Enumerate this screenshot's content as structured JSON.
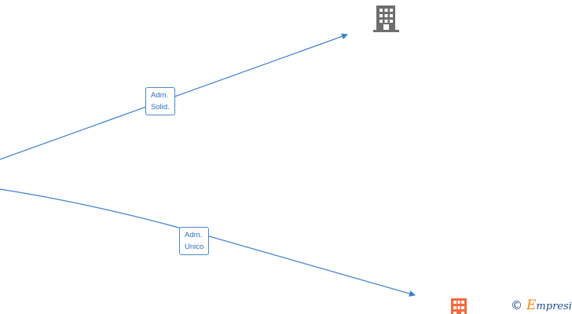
{
  "diagram": {
    "edges": [
      {
        "id": "edge-solid",
        "label_lines": [
          "Adm.",
          "Solid."
        ]
      },
      {
        "id": "edge-unico",
        "label_lines": [
          "Adm.",
          "Unico"
        ]
      }
    ],
    "nodes": [
      {
        "id": "company-top",
        "icon": "building-icon",
        "color": "#6e6e6e"
      },
      {
        "id": "company-bottom",
        "icon": "building-icon",
        "color": "#f26a3a"
      }
    ],
    "edge_color": "#3d7fd1"
  },
  "watermark": {
    "copyright_symbol": "©",
    "brand_first": "E",
    "brand_rest": "mpresia"
  }
}
